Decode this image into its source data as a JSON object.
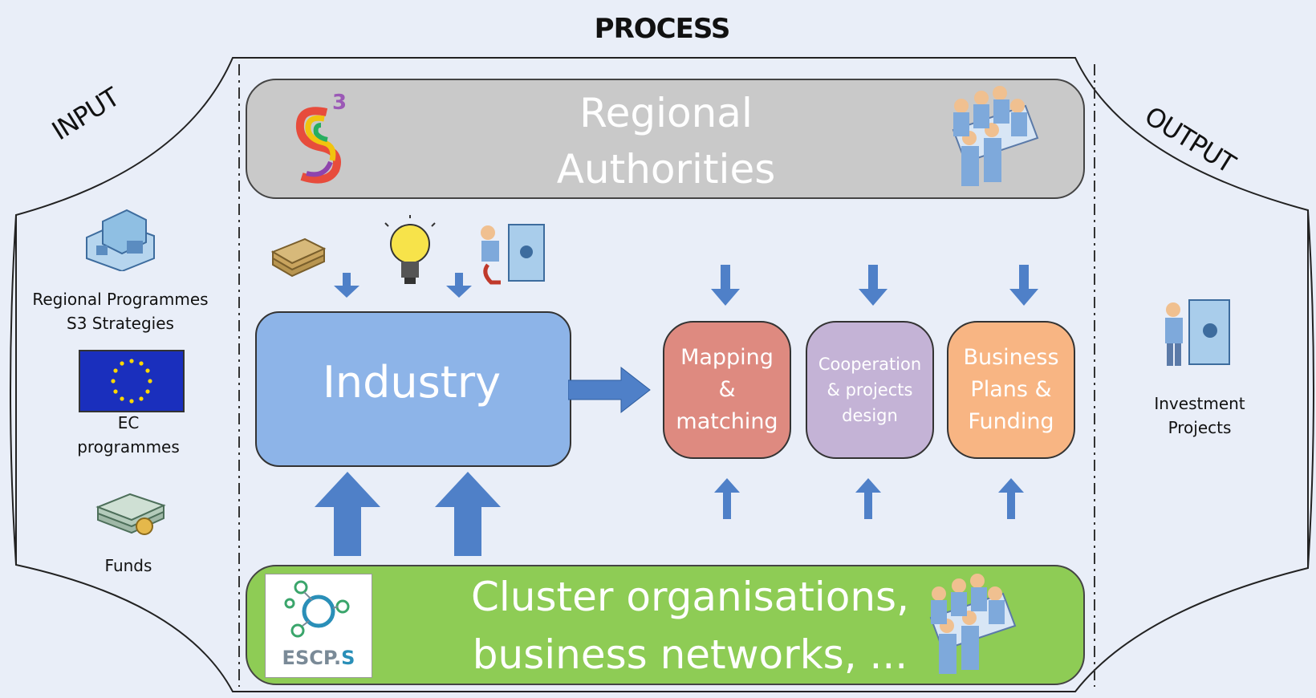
{
  "header": {
    "process": "PROCESS",
    "input": "INPUT",
    "output": "OUTPUT"
  },
  "regional_authorities": {
    "line1": "Regional",
    "line2": "Authorities",
    "logo": "S3"
  },
  "industry": {
    "label": "Industry"
  },
  "steps": [
    {
      "line1": "Mapping",
      "line2": "&",
      "line3": "matching",
      "color": "#de8a80"
    },
    {
      "line1": "Cooperation",
      "line2": "& projects",
      "line3": "design",
      "color": "#c4b3d6"
    },
    {
      "line1": "Business",
      "line2": "Plans &",
      "line3": "Funding",
      "color": "#f8b583"
    }
  ],
  "cluster": {
    "line1": "Cluster organisations,",
    "line2": "business networks, ...",
    "logo_text": "ESCP.",
    "logo_s": "S"
  },
  "inputs": [
    {
      "line1": "Regional Programmes",
      "line2": "S3 Strategies",
      "icon": "building-icon"
    },
    {
      "line1": "EC",
      "line2": "programmes",
      "icon": "eu-flag-icon"
    },
    {
      "line1": "Funds",
      "icon": "money-icon"
    }
  ],
  "output": {
    "line1": "Investment",
    "line2": "Projects",
    "icon": "safe-person-icon"
  },
  "colors": {
    "background": "#e9eef8",
    "arrow": "#4f80c8",
    "industry": "#8db4e8",
    "cluster": "#8ecc55",
    "authorities": "#c9c9c9"
  }
}
